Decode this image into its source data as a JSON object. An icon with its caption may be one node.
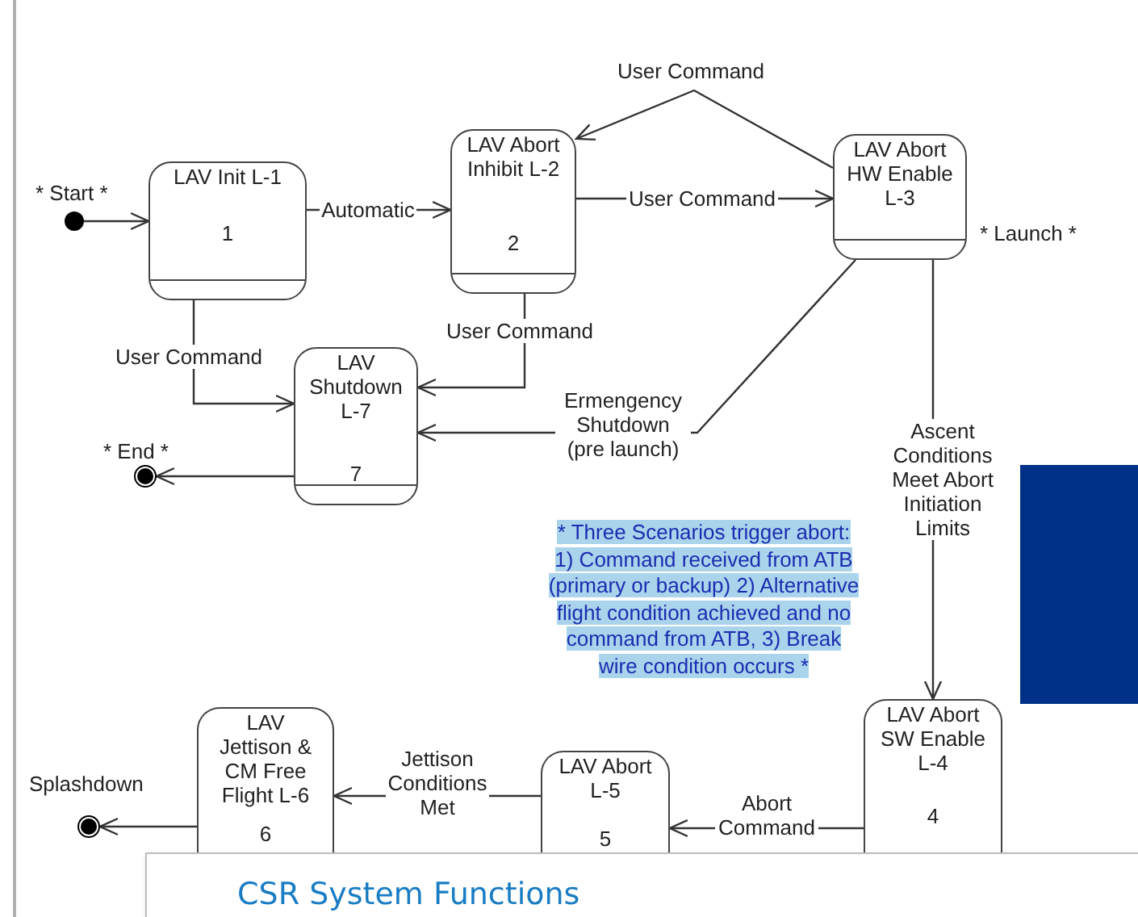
{
  "diagram": {
    "nodes": [
      {
        "text": [],
        "shape": "circle",
        "beside": [
          "* Start *"
        ]
      },
      {
        "text": [
          "LAV Init L-1",
          "1"
        ]
      },
      {
        "text": [
          "LAV Abort Inhibit L-2",
          "2"
        ]
      },
      {
        "text": [
          "LAV Abort HW Enable L-3"
        ],
        "beside": [
          "* Launch *"
        ]
      },
      {
        "text": [
          "LAV Shutdown L-7",
          "7"
        ]
      },
      {
        "text": [],
        "shape": "circle",
        "beside": [
          "* End *"
        ]
      },
      {
        "text": [
          "LAV Abort SW Enable L-4",
          "4"
        ]
      },
      {
        "text": [
          "LAV Abort L-5",
          "5"
        ]
      },
      {
        "text": [
          "LAV Jettison & CM Free Flight L-6",
          "6"
        ]
      },
      {
        "text": [],
        "shape": "circle",
        "beside": [
          "Splashdown"
        ]
      },
      {
        "text": [],
        "shape": "box"
      }
    ],
    "edges": [
      {
        "from": 0,
        "to": 1,
        "arrow": "to"
      },
      {
        "from": 1,
        "to": 2,
        "arrow": "to",
        "label": "Automatic"
      },
      {
        "from": 2,
        "to": 3,
        "arrow": "to",
        "label": "User Command"
      },
      {
        "from": 3,
        "to": 2,
        "arrow": "to",
        "label": "User Command"
      },
      {
        "from": 1,
        "to": 4,
        "arrow": "to",
        "label": "User Command"
      },
      {
        "from": 2,
        "to": 4,
        "arrow": "to",
        "label": "User Command"
      },
      {
        "from": 3,
        "to": 4,
        "arrow": "to",
        "label": "Ermengency Shutdown (pre launch)"
      },
      {
        "from": 4,
        "to": 5,
        "arrow": "to"
      },
      {
        "from": 3,
        "to": 6,
        "arrow": "to",
        "label": "Ascent Conditions Meet Abort Initiation Limits"
      },
      {
        "from": 6,
        "to": 7,
        "arrow": "to",
        "label": "Abort Command"
      },
      {
        "from": 7,
        "to": 8,
        "arrow": "to",
        "label": "Jettison Conditions Met"
      },
      {
        "from": 8,
        "to": 9,
        "arrow": "to"
      }
    ],
    "labels": [
      "* Three Scenarios trigger abort:  1) Command received from ATB (primary or backup) 2) Alternative flight condition achieved and no command from ATB, 3) Break wire condition occurs *",
      "CSR System Functions"
    ]
  }
}
